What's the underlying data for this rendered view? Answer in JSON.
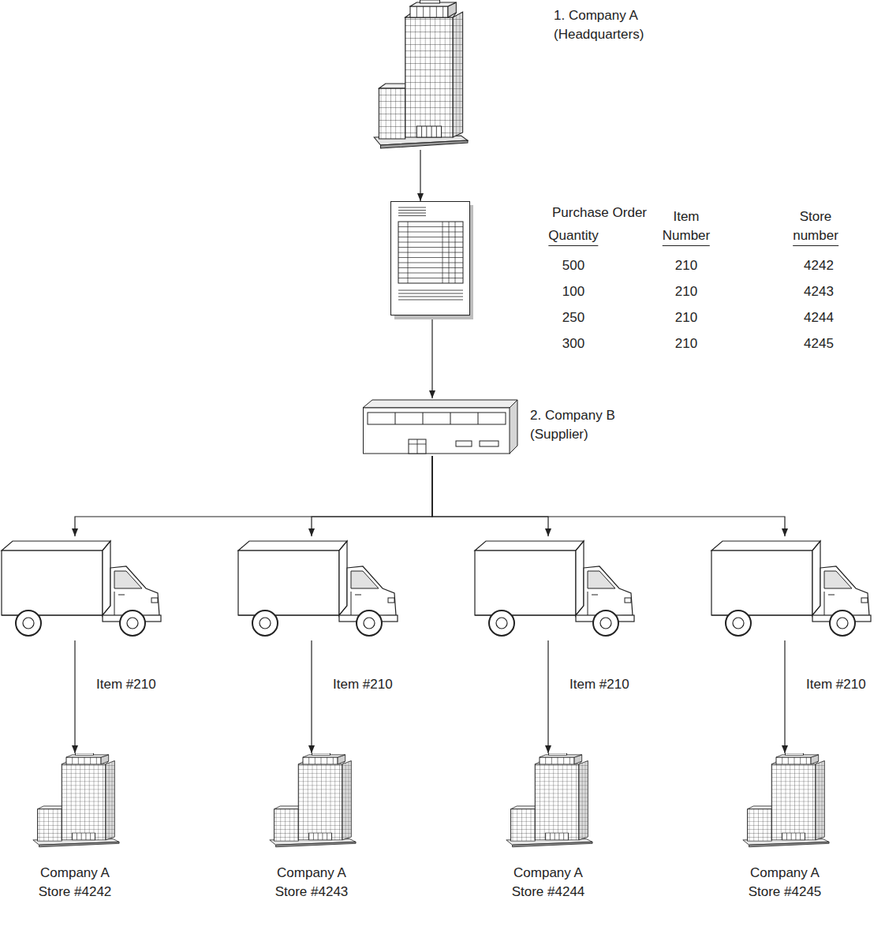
{
  "diagram": {
    "nodes": [
      {
        "text": [
          "1. Company A (Headquarters)"
        ]
      },
      {
        "text": [
          "Purchase Order"
        ]
      },
      {
        "text": [
          "2. Company B (Supplier)"
        ]
      },
      {
        "text": [
          "Item #210"
        ]
      },
      {
        "text": [
          "Item #210"
        ]
      },
      {
        "text": [
          "Item #210"
        ]
      },
      {
        "text": [
          "Item #210"
        ]
      },
      {
        "text": [
          "Company A Store #4242"
        ]
      },
      {
        "text": [
          "Company A Store #4243"
        ]
      },
      {
        "text": [
          "Company A Store #4244"
        ]
      },
      {
        "text": [
          "Company A Store #4245"
        ]
      }
    ],
    "edges": [
      {
        "from": 0,
        "to": 1,
        "arrow": "to"
      },
      {
        "from": 1,
        "to": 2,
        "arrow": "to"
      },
      {
        "from": 2,
        "to": 3,
        "arrow": "to"
      },
      {
        "from": 2,
        "to": 4,
        "arrow": "to"
      },
      {
        "from": 2,
        "to": 5,
        "arrow": "to"
      },
      {
        "from": 2,
        "to": 6,
        "arrow": "to"
      },
      {
        "from": 3,
        "to": 7,
        "arrow": "to"
      },
      {
        "from": 4,
        "to": 8,
        "arrow": "to"
      },
      {
        "from": 5,
        "to": 9,
        "arrow": "to"
      },
      {
        "from": 6,
        "to": 10,
        "arrow": "to"
      }
    ],
    "labels": [
      "Quantity",
      "Item Number",
      "Store number",
      "500",
      "210",
      "4242",
      "100",
      "210",
      "4243",
      "250",
      "210",
      "4244",
      "300",
      "210",
      "4245"
    ]
  }
}
